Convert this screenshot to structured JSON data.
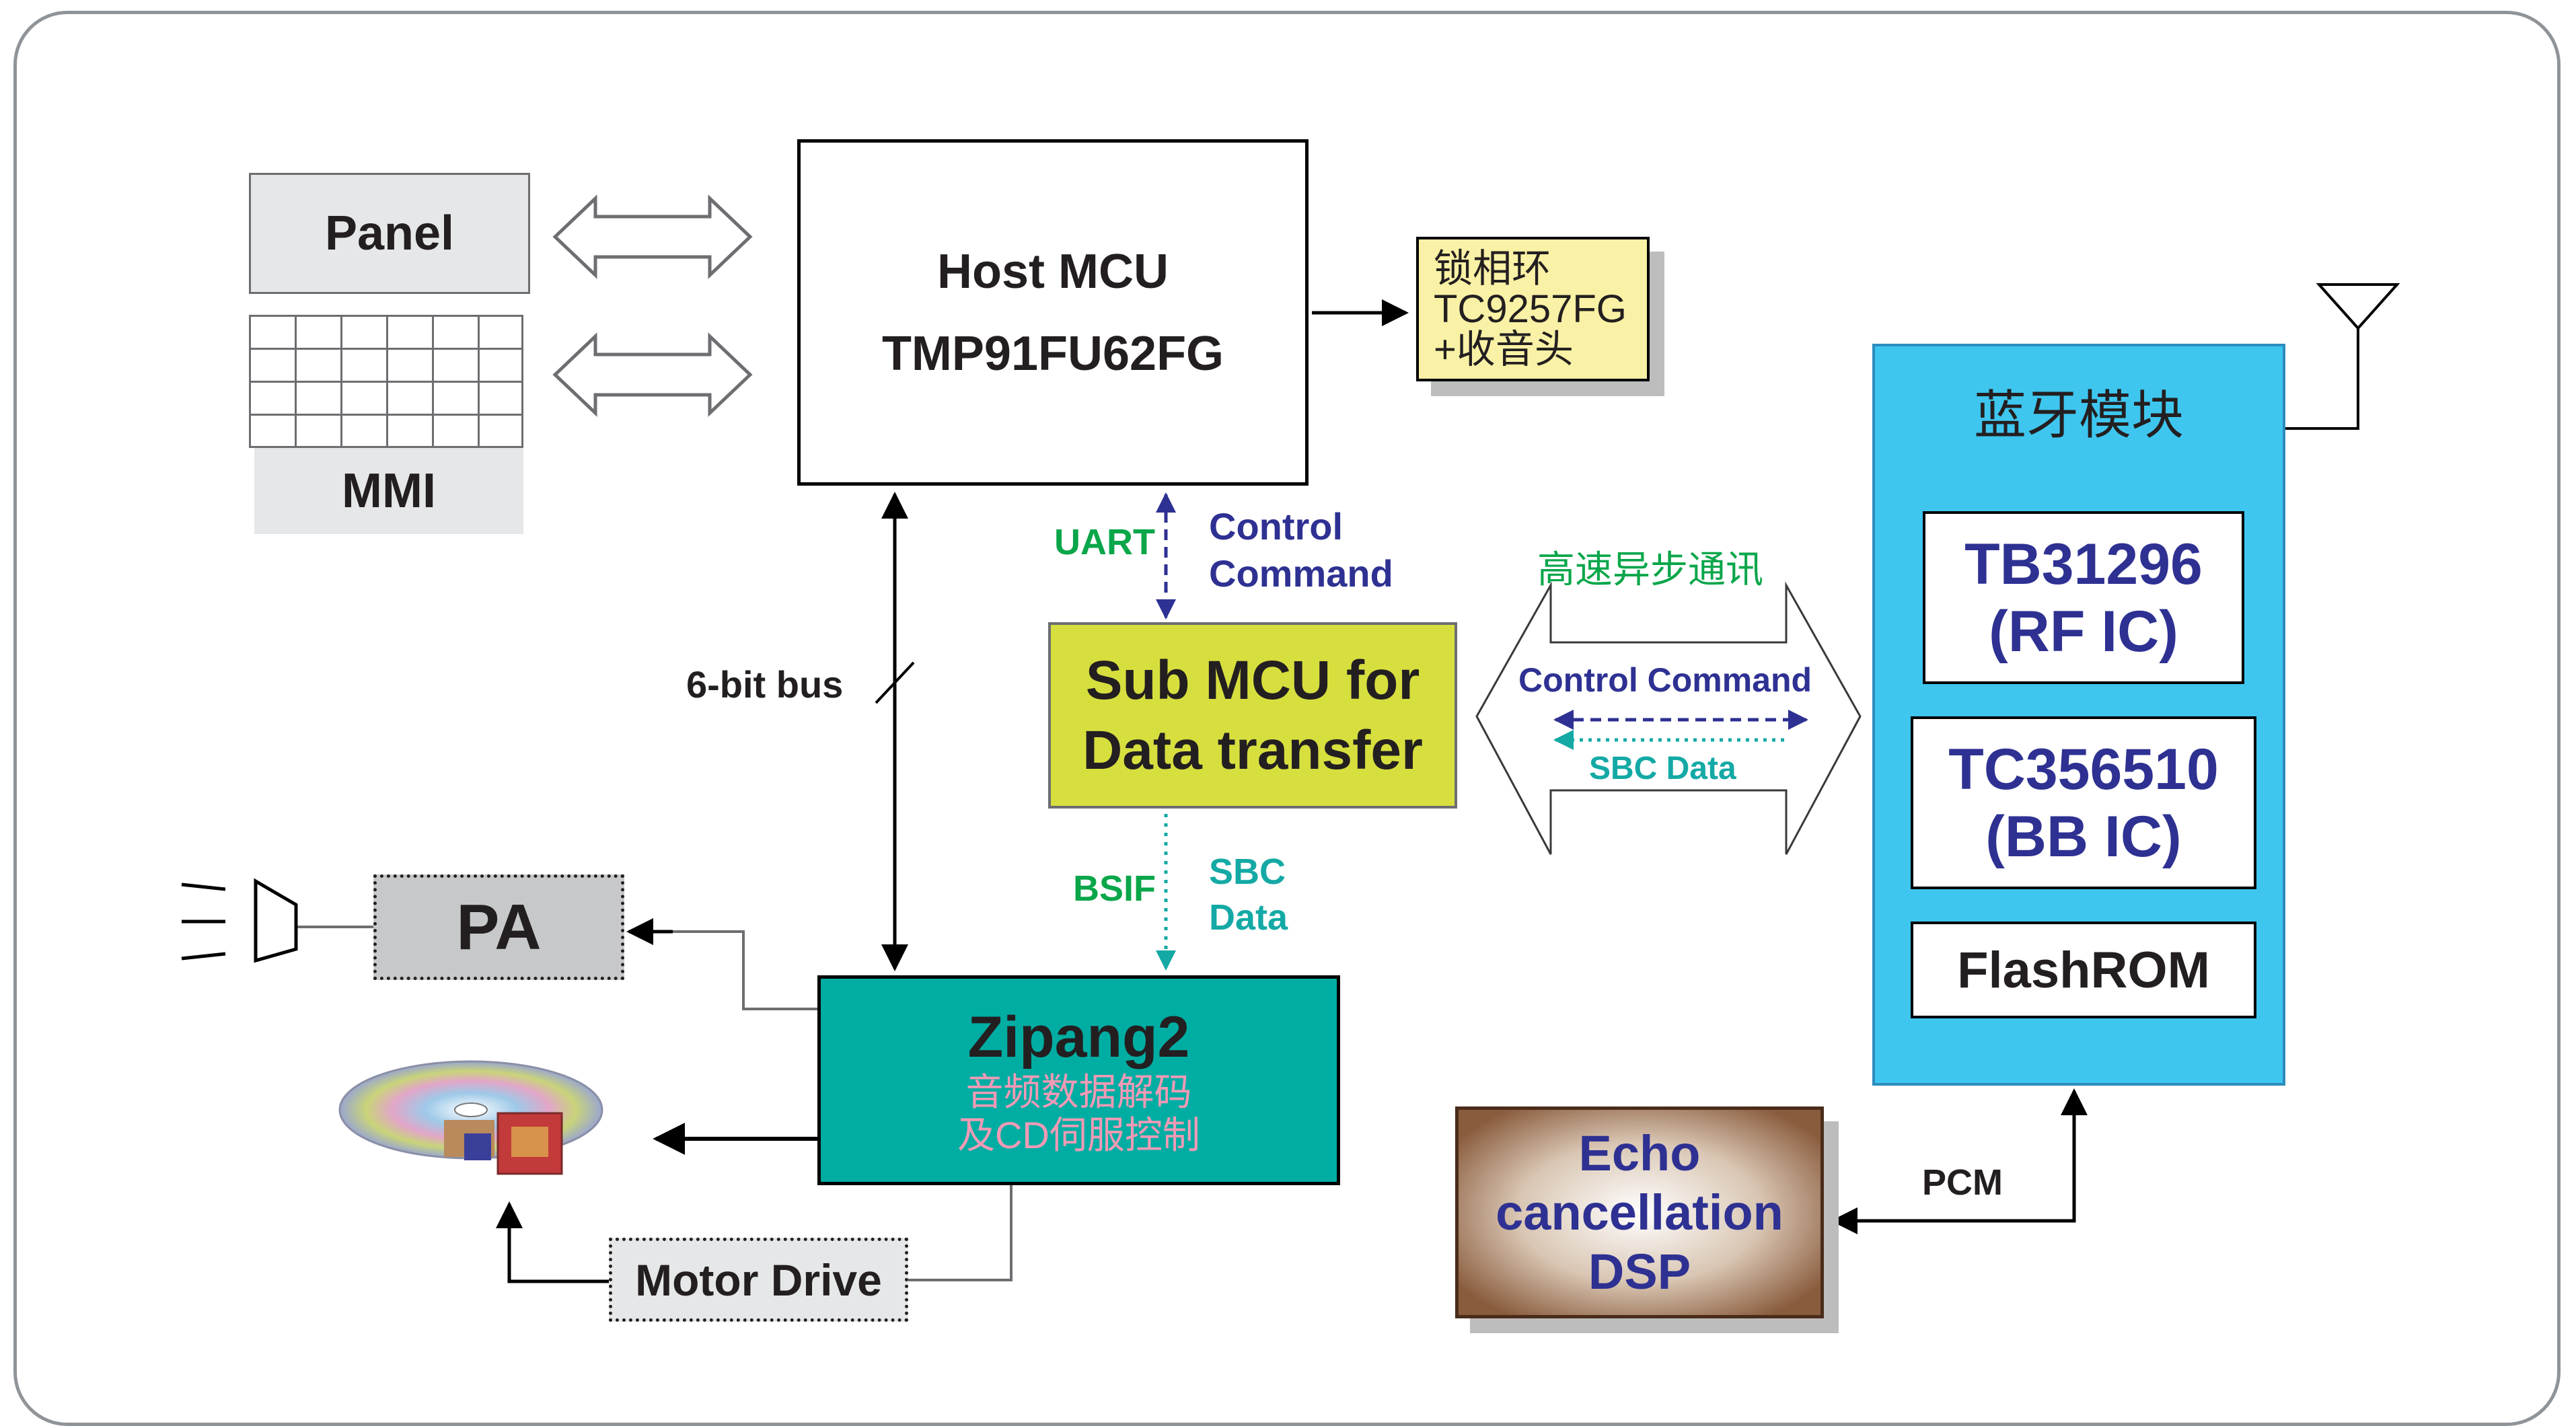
{
  "panel": {
    "label": "Panel"
  },
  "mmi": {
    "label": "MMI"
  },
  "host_mcu": {
    "line1": "Host MCU",
    "line2": "TMP91FU62FG"
  },
  "pll": {
    "line1": "锁相环",
    "line2": "TC9257FG",
    "line3": "+收音头"
  },
  "bluetooth": {
    "title": "蓝牙模块",
    "rf_line1": "TB31296",
    "rf_line2": "(RF IC)",
    "bb_line1": "TC356510",
    "bb_line2": "(BB IC)",
    "flash": "FlashROM"
  },
  "uart": {
    "label": "UART",
    "control1": "Control",
    "control2": "Command"
  },
  "sub_mcu": {
    "line1": "Sub MCU for",
    "line2": "Data transfer"
  },
  "hs_link": {
    "title": "高速异步通讯",
    "control": "Control Command",
    "sbc": "SBC Data"
  },
  "bus": {
    "label": "6-bit bus"
  },
  "bsif": {
    "label": "BSIF",
    "sbc1": "SBC",
    "sbc2": "Data"
  },
  "pa": {
    "label": "PA"
  },
  "zipang": {
    "title": "Zipang2",
    "line1": "音频数据解码",
    "line2": "及CD伺服控制"
  },
  "motor": {
    "label": "Motor Drive"
  },
  "echo": {
    "line1": "Echo",
    "line2": "cancellation",
    "line3": "DSP"
  },
  "pcm": {
    "label": "PCM"
  },
  "colors": {
    "bt_blue": "#3ec6ef",
    "sub_yellow": "#d7df3f",
    "zipang_teal": "#00ada3",
    "pll_yellow": "#f9f1a5",
    "text_navy": "#2e3192",
    "text_green": "#0aa64a",
    "text_teal": "#14a9a5",
    "text_pink": "#f29ab5"
  }
}
